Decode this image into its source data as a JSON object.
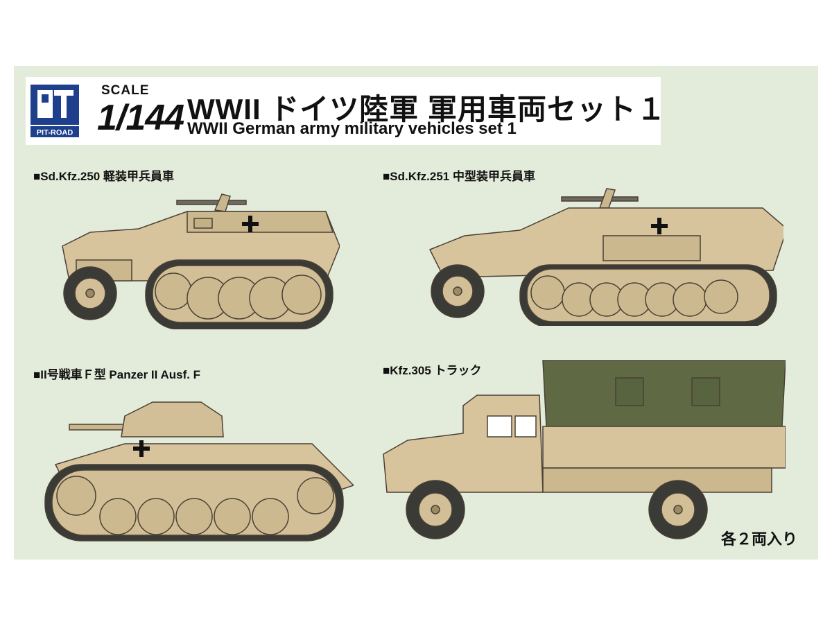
{
  "brand": {
    "name": "PIT-ROAD",
    "logo_mark": "PIT"
  },
  "header": {
    "scale_label": "SCALE",
    "scale_ratio": "1/144",
    "title_jp": "WWII ドイツ陸軍 軍用車両セット１",
    "title_en": "WWII German army military vehicles set 1"
  },
  "vehicles": [
    {
      "label": "■Sd.Kfz.250 軽装甲兵員車"
    },
    {
      "label": "■Sd.Kfz.251 中型装甲兵員車"
    },
    {
      "label": "■II号戦車Ｆ型 Panzer II Ausf. F"
    },
    {
      "label": "■Kfz.305 トラック"
    }
  ],
  "note": "各２両入り",
  "colors": {
    "panel": "#e3ecdb",
    "tan": "#d7c49d",
    "tan_dark": "#b7a27a",
    "canvas": "#5f6a45",
    "outline": "#4a4034"
  }
}
